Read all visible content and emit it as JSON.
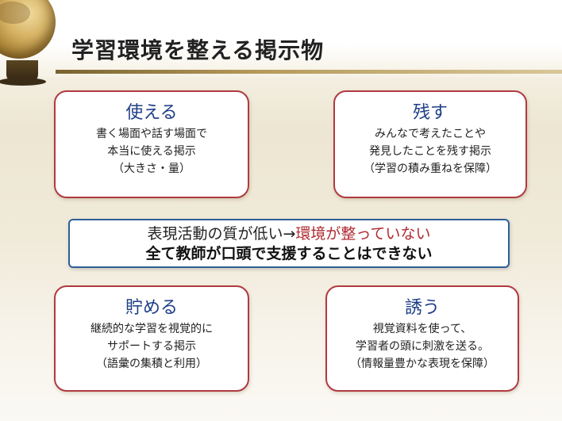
{
  "slide": {
    "title": "学習環境を整える掲示物"
  },
  "cards": [
    {
      "heading": "使える",
      "lines": [
        "書く場面や話す場面で",
        "本当に使える掲示",
        "（大きさ・量）"
      ]
    },
    {
      "heading": "残す",
      "lines": [
        "みんなで考えたことや",
        "発見したことを残す掲示",
        "（学習の積み重ねを保障）"
      ]
    },
    {
      "heading": "貯める",
      "lines": [
        "継続的な学習を視覚的に",
        "サポートする掲示",
        "（語彙の集積と利用）"
      ]
    },
    {
      "heading": "誘う",
      "lines": [
        "視覚資料を使って、",
        "学習者の頭に刺激を送る。",
        "（情報量豊かな表現を保障）"
      ]
    }
  ],
  "center": {
    "line1_prefix": "表現活動の質が低い→",
    "line1_accent": "環境が整っていない",
    "line2": "全て教師が口頭で支援することはできない"
  },
  "colors": {
    "card_border": "#b03a40",
    "heading_blue": "#1e3f86",
    "center_border": "#2f5f97",
    "accent_red": "#b02a30",
    "header_rule": "#7a6330"
  },
  "icons": {
    "corner_decoration": "globe-icon"
  }
}
